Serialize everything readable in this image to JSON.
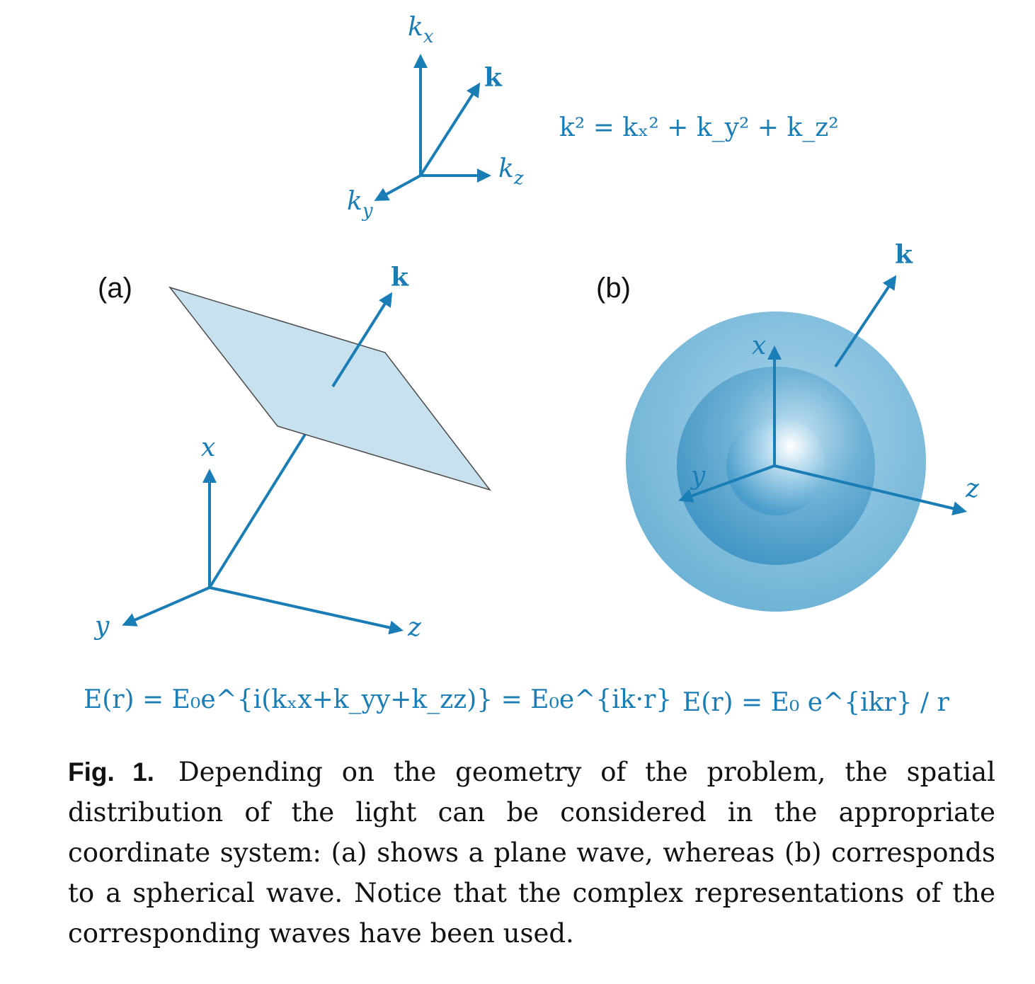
{
  "colors": {
    "accent": "#1a7db5",
    "plane_fill": "#c7e2ee",
    "sphere_outer": "#7dbbd9",
    "sphere_inner": "#4da3cc"
  },
  "top": {
    "axis_kx": "k",
    "axis_kx_sub": "x",
    "axis_ky": "k",
    "axis_ky_sub": "y",
    "axis_kz": "k",
    "axis_kz_sub": "z",
    "vector_k": "k",
    "equation": "k² = kₓ² + k_y² + k_z²"
  },
  "panel_a": {
    "label": "(a)",
    "axis_x": "x",
    "axis_y": "y",
    "axis_z": "z",
    "vector_k": "k",
    "equation": "E(r) = E₀e^{i(kₓx+k_yy+k_zz)} = E₀e^{ik·r}"
  },
  "panel_b": {
    "label": "(b)",
    "axis_x": "x",
    "axis_y": "y",
    "axis_z": "z",
    "vector_k": "k",
    "equation": "E(r) = E₀ e^{ikr} / r"
  },
  "caption": {
    "fig_label": "Fig. 1.",
    "text": "Depending on the geometry of the problem, the spatial distribution of the light can be considered in the appropriate coordinate system: (a) shows a plane wave, whereas (b) corresponds to a spherical wave. Notice that the complex representations of the corresponding waves have been used."
  }
}
